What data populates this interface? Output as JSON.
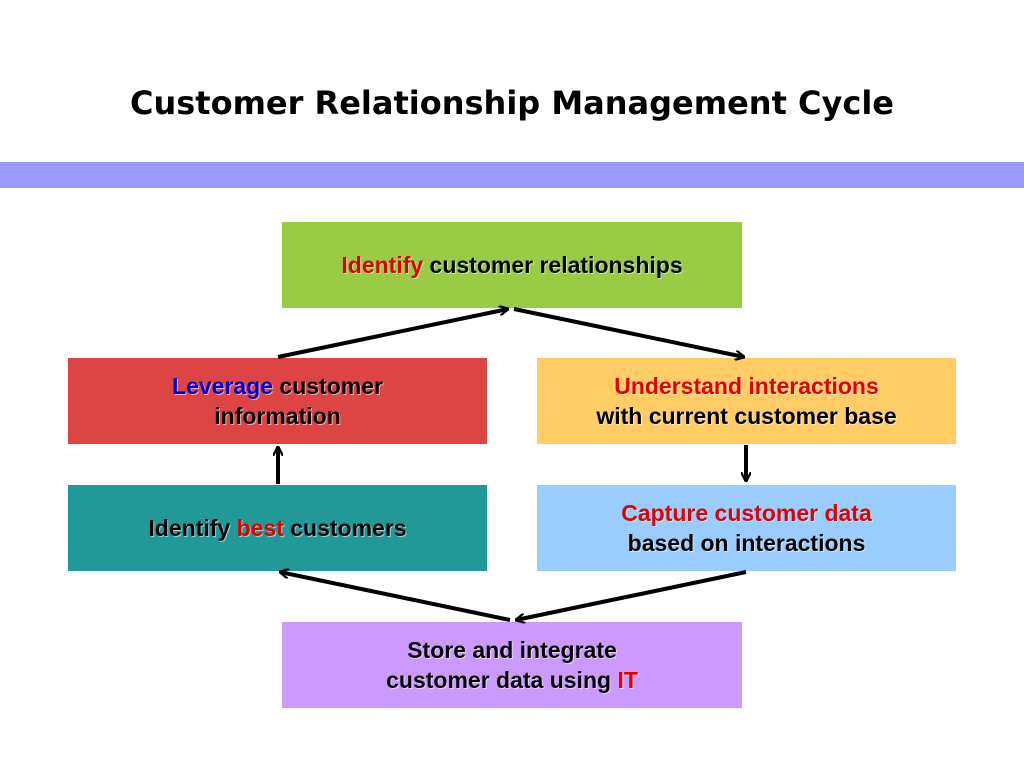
{
  "title": "Customer Relationship Management Cycle",
  "colors": {
    "band": "#9999ff",
    "identify": "#99cc44",
    "leverage": "#dd4444",
    "understand": "#ffcc66",
    "best": "#229999",
    "capture": "#99ccff",
    "store": "#cc99ff",
    "highlight_red": "#e00000",
    "highlight_blue": "#0000cc"
  },
  "boxes": {
    "identify": {
      "highlight": "Identify",
      "rest": " customer relationships"
    },
    "leverage": {
      "highlight": "Leverage",
      "rest": " customer",
      "line2": "information"
    },
    "understand": {
      "highlight": "Understand interactions",
      "line2": "with current customer base"
    },
    "best": {
      "pre": "Identify ",
      "highlight": "best",
      "post": " customers"
    },
    "capture": {
      "highlight": "Capture customer data",
      "line2": "based on interactions"
    },
    "store": {
      "line1": "Store and integrate",
      "pre": "customer data using ",
      "highlight": "IT"
    }
  }
}
